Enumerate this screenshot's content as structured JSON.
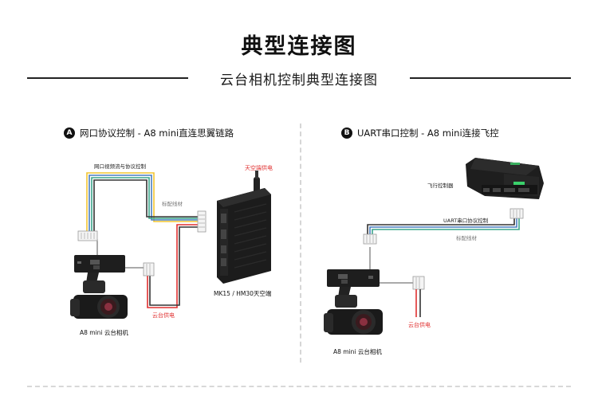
{
  "header": {
    "title": "典型连接图",
    "subtitle": "云台相机控制典型连接图"
  },
  "section_a": {
    "badge": "A",
    "heading": "网口协议控制 - A8 mini直连思翼链路",
    "labels": {
      "ethernet_cable": "网口视频流与协议控制",
      "matching_cable": "标配线材",
      "air_unit_power": "天空端供电",
      "gimbal_power": "云台供电",
      "air_unit_name": "MK15 / HM30天空端",
      "camera_name": "A8 mini 云台相机"
    }
  },
  "section_b": {
    "badge": "B",
    "heading": "UART串口控制 - A8 mini连接飞控",
    "labels": {
      "flight_controller": "飞行控制器",
      "uart_control": "UART串口协议控制",
      "matching_cable": "标配线材",
      "gimbal_power": "云台供电",
      "camera_name": "A8 mini 云台相机"
    }
  },
  "colors": {
    "wire_yellow": "#f2c531",
    "wire_green": "#3aa58a",
    "wire_blue": "#4a7fc0",
    "wire_black": "#333333",
    "wire_red": "#e03030",
    "label_red": "#e03030",
    "device_body": "#1c1c1c"
  }
}
